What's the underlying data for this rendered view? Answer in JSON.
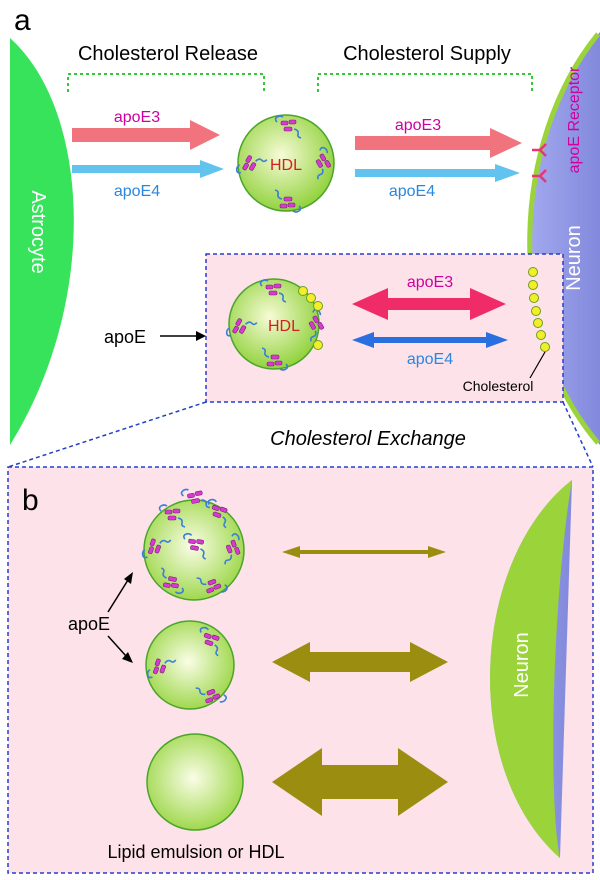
{
  "panel_a": {
    "letter": "a",
    "release": "Cholesterol Release",
    "supply": "Cholesterol Supply",
    "astrocyte": "Astrocyte",
    "neuron": "Neuron",
    "receptor": "apoE Receptor",
    "apoe3": "apoE3",
    "apoe4": "apoE4",
    "hdl": "HDL",
    "apoe": "apoE",
    "cholesterol": "Cholesterol",
    "exchange": "Cholesterol Exchange"
  },
  "panel_b": {
    "letter": "b",
    "apoe": "apoE",
    "neuron": "Neuron",
    "lipid": "Lipid emulsion or HDL"
  },
  "colors": {
    "astrocyte": "#37e35b",
    "neuron": "#8d94e0",
    "neuron_edge": "#9ad43a",
    "apoe3_top": "#f0737d",
    "apoe4_top": "#63c3ef",
    "apoe3_exchange": "#ef2c68",
    "apoe4_exchange": "#2a6fe0",
    "olive_arrow": "#9b8d0f",
    "pink_box": "#fde2ea",
    "dashed_blue": "#2440c9",
    "bracket_green": "#38c63a",
    "receptor": "#e8357a",
    "apoe_protein": "#d83ad0",
    "cholesterol_dot": "#f4ee2a",
    "hdl_label": "#d62020"
  }
}
